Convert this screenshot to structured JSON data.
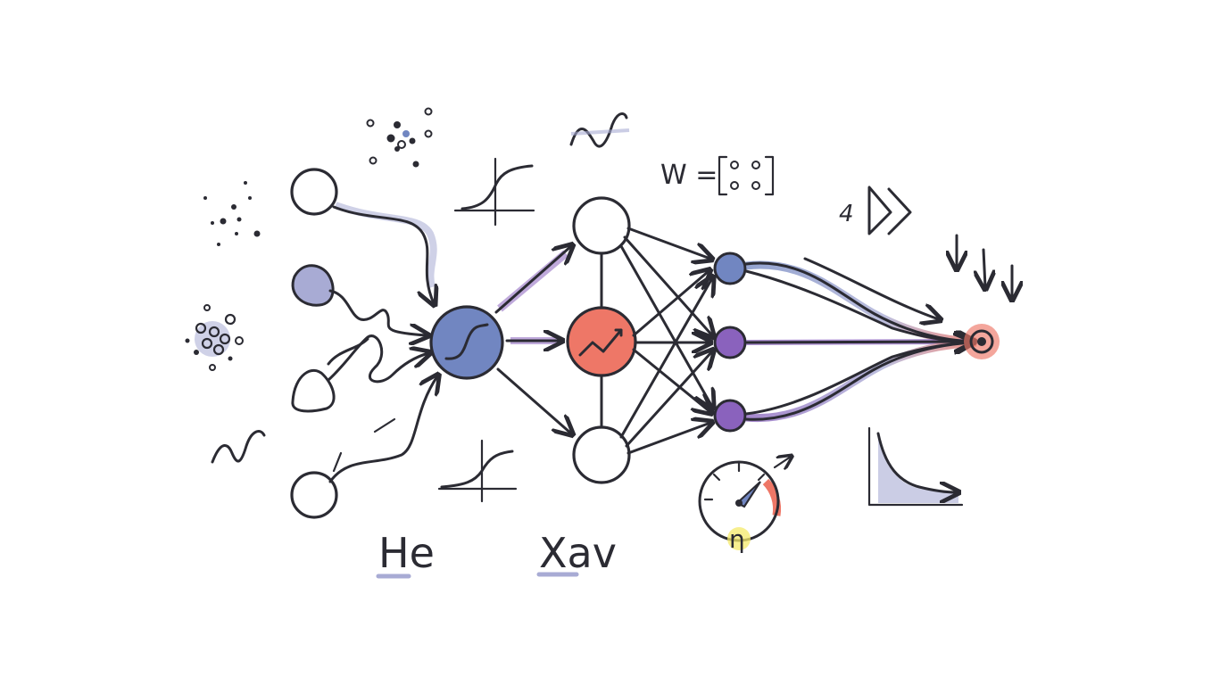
{
  "colors": {
    "ink": "#2b2b33",
    "blue": "#7186c1",
    "purple": "#8a62bd",
    "lavender": "#a8abd4",
    "coral": "#ee7767",
    "yellow": "#f4e96a"
  },
  "labels": {
    "weight_matrix": "W =",
    "he": "He",
    "xavier": "Xav",
    "learning_rate_symbol": "η",
    "scribble": "4"
  }
}
